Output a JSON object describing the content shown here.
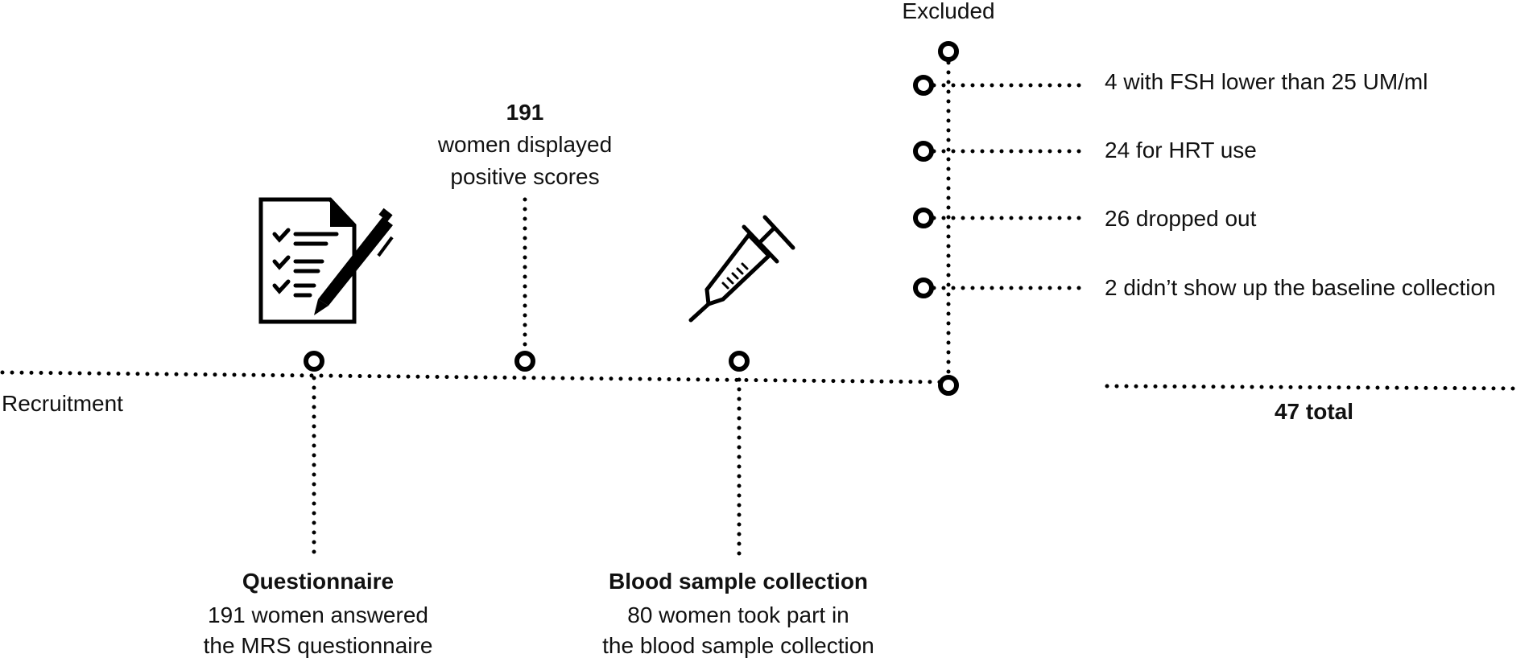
{
  "diagram": {
    "type": "timeline-flow",
    "main_line_label": "Recruitment",
    "stages": [
      {
        "id": "questionnaire",
        "icon": "questionnaire-clipboard-icon",
        "title": "Questionnaire",
        "line1": "191 women answered",
        "line2": "the MRS questionnaire"
      },
      {
        "id": "positive-scores",
        "title": "191",
        "line1": "women displayed",
        "line2": "positive scores"
      },
      {
        "id": "blood-sample",
        "icon": "syringe-icon",
        "title": "Blood sample collection",
        "line1": "80 women took part in",
        "line2": "the blood sample collection"
      }
    ],
    "excluded": {
      "title": "Excluded",
      "items": [
        {
          "label": "4 with FSH lower than 25 UM/ml",
          "count": 4
        },
        {
          "label": "24 for HRT use",
          "count": 24
        },
        {
          "label": "26 dropped out",
          "count": 26
        },
        {
          "label": "2 didn’t show up the baseline collection",
          "count": 2
        }
      ],
      "total_label": "47 total",
      "total": 47
    }
  }
}
